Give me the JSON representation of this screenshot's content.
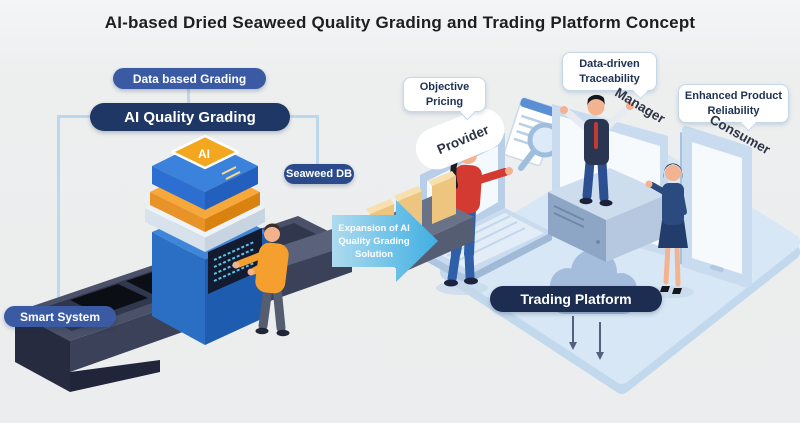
{
  "title": "AI-based Dried Seaweed Quality Grading and Trading Platform Concept",
  "grading_system": {
    "data_based_grading_label": "Data based Grading",
    "ai_quality_grading_label": "AI Quality Grading",
    "seaweed_db_label": "Seaweed DB",
    "smart_system_label": "Smart System",
    "ai_chip_label": "AI"
  },
  "expansion_arrow": {
    "line1": "Expansion of AI",
    "line2": "Quality Grading",
    "line3": "Solution"
  },
  "trading_platform": {
    "label": "Trading Platform",
    "bubbles": {
      "objective_pricing": "Objective Pricing",
      "data_driven_traceability": "Data-driven Traceability",
      "enhanced_product_reliability": "Enhanced Product Reliability"
    },
    "roles": {
      "provider": "Provider",
      "manager": "Manager",
      "consumer": "Consumer"
    }
  },
  "colors": {
    "background": "#edefef",
    "navy_pill": "#1e3765",
    "dark_navy_pill": "#1d2d52",
    "blue_pill": "#3a5ba3",
    "seaweed_db_pill": "#2a4a8b",
    "connector_line": "#bcd8ec",
    "arrow_gradient_start": "#aedbee",
    "arrow_gradient_end": "#3fafe2",
    "platform_fill": "#d7e7f5",
    "bubble_border": "#c5d8ea",
    "chip_gold": "#f3a71f",
    "chip_blue": "#3b82dd",
    "worker_shirt": "#f49f2e",
    "provider_top": "#d23a32",
    "suit_navy": "#2a4a80"
  }
}
